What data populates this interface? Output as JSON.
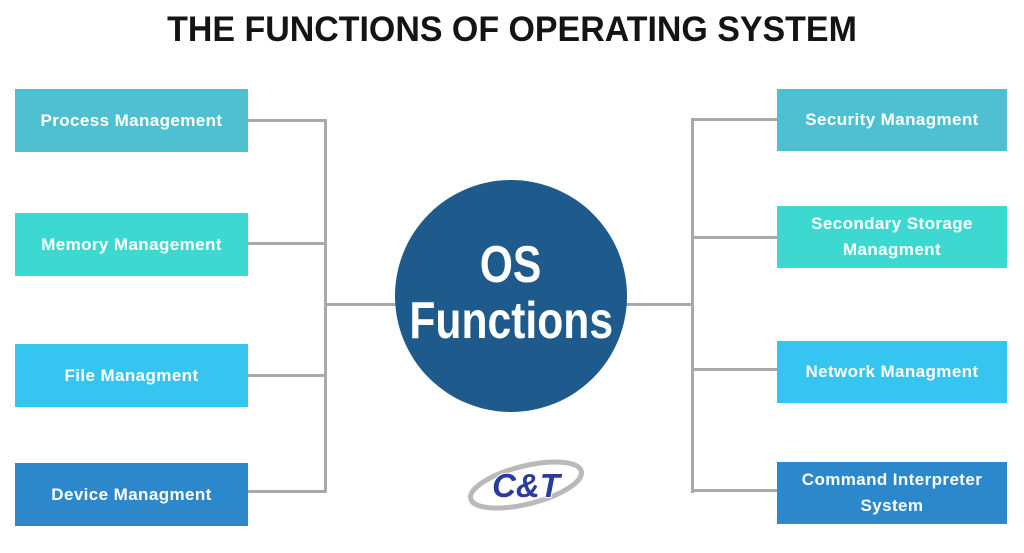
{
  "title": "THE FUNCTIONS OF OPERATING SYSTEM",
  "center": {
    "line1": "OS",
    "line2": "Functions"
  },
  "logo": {
    "text": "C&T"
  },
  "left_boxes": [
    {
      "label": "Process Management",
      "color": "#4EC0D1"
    },
    {
      "label": "Memory Management",
      "color": "#3DD9D1"
    },
    {
      "label": "File Managment",
      "color": "#36C5F0"
    },
    {
      "label": "Device Managment",
      "color": "#2D87CB"
    }
  ],
  "right_boxes": [
    {
      "label": "Security Managment",
      "color": "#4EC0D1"
    },
    {
      "label": "Secondary Storage Managment",
      "color": "#3DD9D1"
    },
    {
      "label": "Network Managment",
      "color": "#36C5F0"
    },
    {
      "label": "Command Interpreter System",
      "color": "#2D87CB"
    }
  ],
  "colors": {
    "circle": "#1E5A8C",
    "connector": "#A9A9A9",
    "title": "#141414",
    "logo_text": "#2B3A9E",
    "logo_swoosh": "#B9B9B9"
  }
}
